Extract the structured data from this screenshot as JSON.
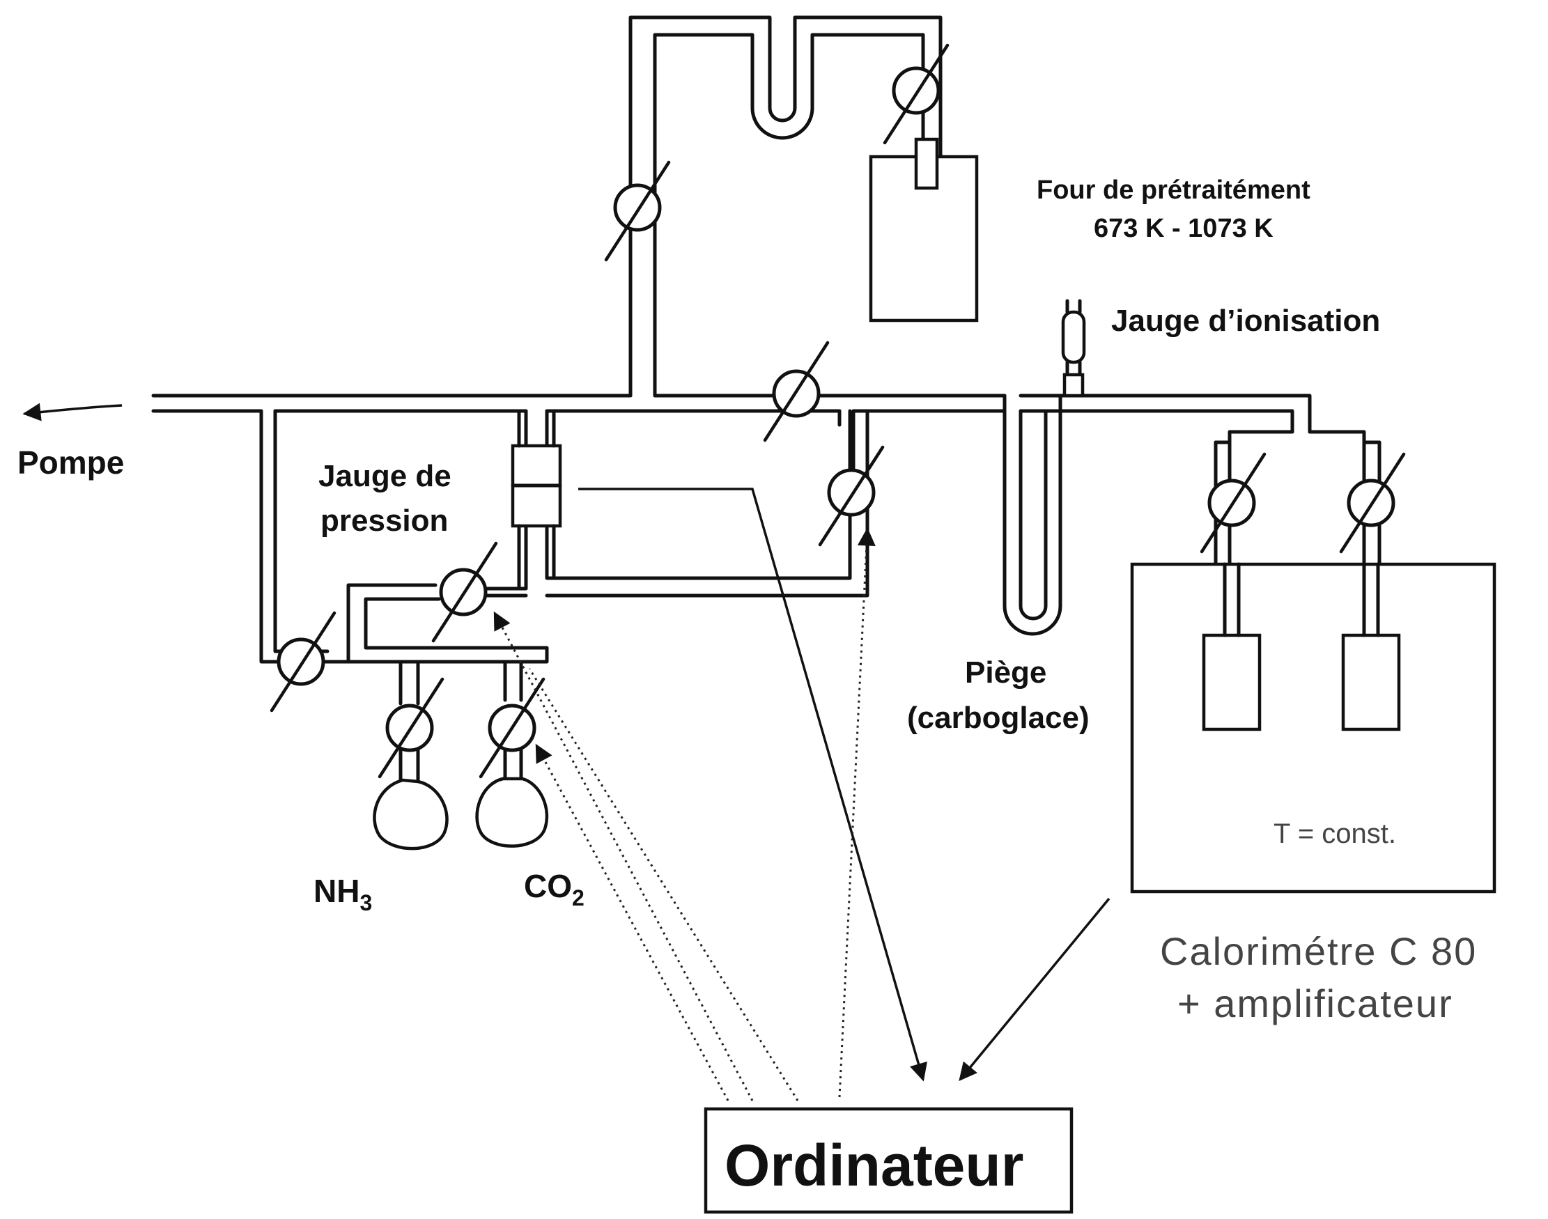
{
  "labels": {
    "pump": "Pompe",
    "pressure_gauge_line1": "Jauge de",
    "pressure_gauge_line2": "pression",
    "oven_line1": "Four de prétraitément",
    "oven_line2": "673 K - 1073 K",
    "ion_gauge": "Jauge d’ionisation",
    "trap_line1": "Piège",
    "trap_line2": "(carboglace)",
    "nh3_main": "NH",
    "nh3_sub": "3",
    "co2_main": "CO",
    "co2_sub": "2",
    "temp_const": "T = const.",
    "calorimeter_line1": "Calorimétre C 80",
    "calorimeter_line2": "+ amplificateur",
    "computer": "Ordinateur"
  }
}
